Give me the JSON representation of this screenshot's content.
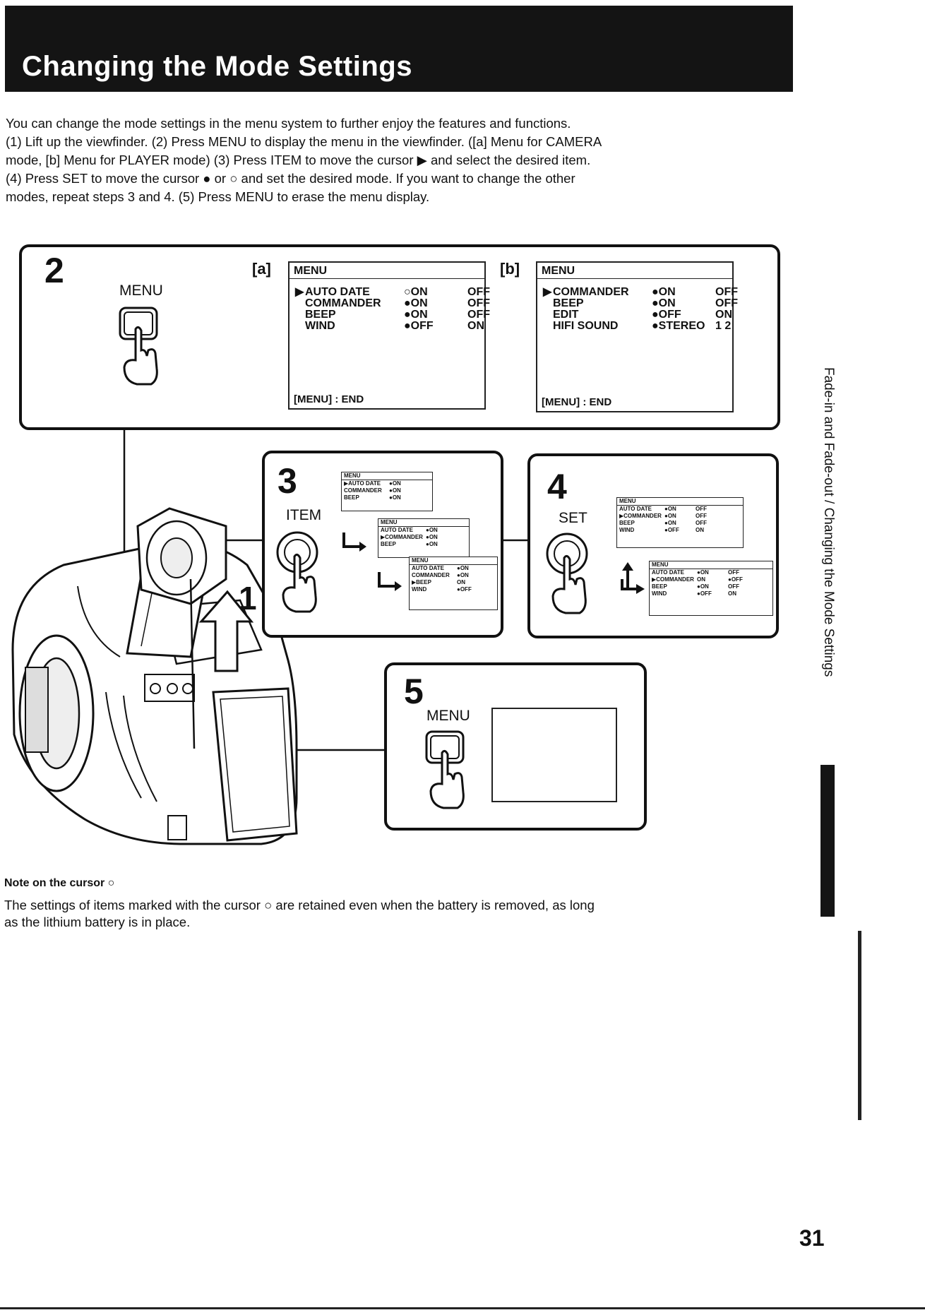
{
  "header": {
    "title": "Changing the Mode Settings"
  },
  "intro": {
    "lines": [
      "You can change the mode settings in the menu system to further enjoy the features and functions.",
      "(1) Lift up the viewfinder. (2) Press MENU to display the menu in the viewfinder. ([a] Menu for CAMERA",
      "mode, [b] Menu for PLAYER mode) (3) Press ITEM to move the cursor ▶ and select the desired item.",
      "(4) Press SET to move the cursor ● or ○ and set the desired mode. If you want to change the other",
      "modes, repeat steps 3 and 4. (5) Press MENU to erase the menu display."
    ]
  },
  "step2": {
    "number": "2",
    "button": "MENU",
    "tag_a": "[a]",
    "tag_b": "[b]",
    "menu_a": {
      "title": "MENU",
      "rows": [
        {
          "cursor": "▶",
          "name": "AUTO DATE",
          "v1": "○ON",
          "v2": "OFF"
        },
        {
          "cursor": "",
          "name": "COMMANDER",
          "v1": "●ON",
          "v2": "OFF"
        },
        {
          "cursor": "",
          "name": "BEEP",
          "v1": "●ON",
          "v2": "OFF"
        },
        {
          "cursor": "",
          "name": "WIND",
          "v1": "●OFF",
          "v2": "ON"
        }
      ],
      "footer": "[MENU] : END"
    },
    "menu_b": {
      "title": "MENU",
      "rows": [
        {
          "cursor": "▶",
          "name": "COMMANDER",
          "v1": "●ON",
          "v2": "OFF"
        },
        {
          "cursor": "",
          "name": "BEEP",
          "v1": "●ON",
          "v2": "OFF"
        },
        {
          "cursor": "",
          "name": "EDIT",
          "v1": "●OFF",
          "v2": "ON"
        },
        {
          "cursor": "",
          "name": "HIFI SOUND",
          "v1": "●STEREO",
          "v2": "1  2"
        }
      ],
      "footer": "[MENU] : END"
    }
  },
  "step1": {
    "number": "1"
  },
  "step3": {
    "number": "3",
    "button": "ITEM",
    "mini_title": "MENU",
    "m1": [
      "▶AUTO DATE",
      "COMMANDER",
      "BEEP"
    ],
    "m1v": [
      "●ON",
      "●ON",
      "●ON"
    ],
    "m2": [
      "AUTO DATE",
      "▶COMMANDER",
      "BEEP"
    ],
    "m2v": [
      "●ON",
      "●ON",
      "●ON"
    ],
    "m3": [
      "AUTO DATE",
      "COMMANDER",
      "▶BEEP",
      "WIND"
    ],
    "m3v": [
      "●ON",
      "●ON",
      "ON",
      "●OFF"
    ]
  },
  "step4": {
    "number": "4",
    "button": "SET",
    "mini_title": "MENU",
    "m1": [
      "AUTO DATE",
      "▶COMMANDER",
      "BEEP",
      "WIND"
    ],
    "m1v": [
      "●ON",
      "●ON",
      "●ON",
      "●OFF"
    ],
    "m1o": [
      "OFF",
      "OFF",
      "OFF",
      "ON"
    ],
    "m2": [
      "AUTO DATE",
      "▶COMMANDER",
      "BEEP",
      "WIND"
    ],
    "m2v": [
      "●ON",
      "ON",
      "●ON",
      "●OFF"
    ],
    "m2o": [
      "OFF",
      "●OFF",
      "OFF",
      "ON"
    ]
  },
  "step5": {
    "number": "5",
    "button": "MENU"
  },
  "note": {
    "title": "Note on the cursor ○",
    "lines": [
      "The settings of items marked with the cursor ○ are retained even when the battery is removed, as long",
      "as the lithium battery is in place."
    ]
  },
  "side": {
    "text": "Fade-in and Fade-out / Changing the Mode Settings"
  },
  "page": {
    "number": "31"
  }
}
